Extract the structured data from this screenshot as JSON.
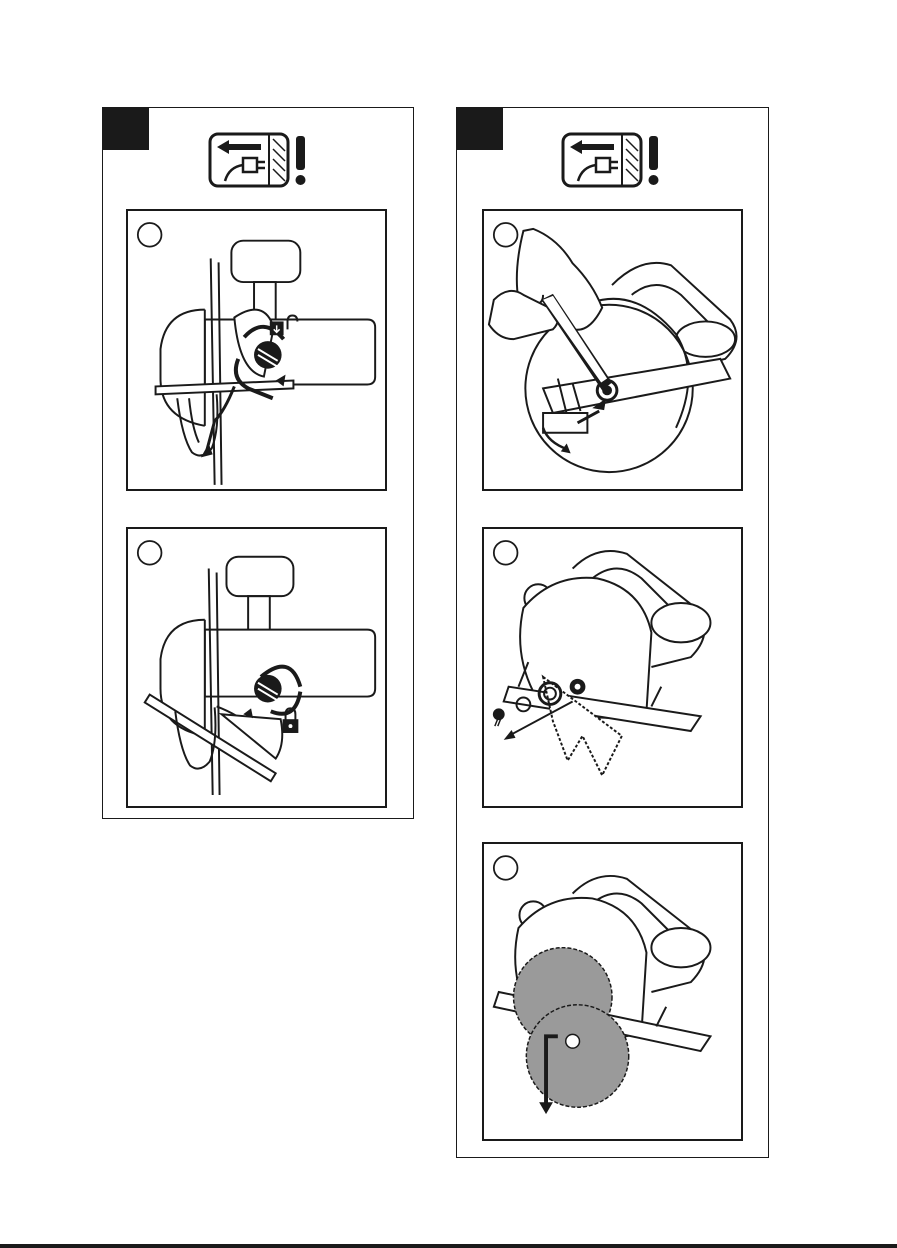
{
  "page": {
    "sections": [
      {
        "id": "left",
        "figures": [
          "bevel-unlock",
          "bevel-lock"
        ]
      },
      {
        "id": "right",
        "figures": [
          "wrench-loosen",
          "remove-washers",
          "lift-blade"
        ]
      }
    ],
    "icons": {
      "warning": "unplug-warning-icon",
      "unlock": "unlock-padlock-icon",
      "lock": "lock-padlock-icon"
    },
    "colors": {
      "ink": "#1a1a1a",
      "blade_fill": "#9a9a9a"
    }
  }
}
